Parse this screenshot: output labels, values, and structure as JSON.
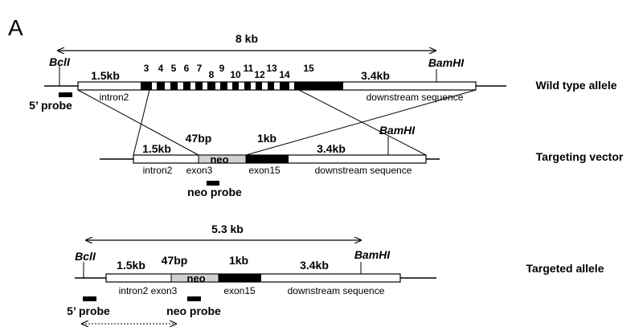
{
  "panel_label": "A",
  "wild_type": {
    "label": "Wild type allele",
    "span_label": "8 kb",
    "bcl_site": "BclI",
    "bam_site": "BamHI",
    "intron_size": "1.5kb",
    "intron_name": "intron2",
    "exon_numbers": [
      "3",
      "4",
      "5",
      "6",
      "7",
      "8",
      "9",
      "10",
      "11",
      "12",
      "13",
      "14",
      "15"
    ],
    "downstream_size": "3.4kb",
    "downstream_name": "downstream sequence",
    "probe": "5’ probe"
  },
  "targeting_vector": {
    "label": "Targeting vector",
    "bam_site": "BamHI",
    "intron_size": "1.5kb",
    "bp_size": "47bp",
    "neo": "neo",
    "exon15_size": "1kb",
    "downstream_size": "3.4kb",
    "intron_name": "intron2",
    "exon3_name": "exon3",
    "exon15_name": "exon15",
    "downstream_name": "downstream sequence",
    "probe": "neo probe"
  },
  "targeted": {
    "label": "Targeted allele",
    "span_label": "5.3 kb",
    "bcl_site": "BclI",
    "bam_site": "BamHI",
    "intron_size": "1.5kb",
    "bp_size": "47bp",
    "exon15_size": "1kb",
    "downstream_size": "3.4kb",
    "neo": "neo",
    "intron_exon3_name": "intron2 exon3",
    "exon15_name": "exon15",
    "downstream_name": "downstream sequence",
    "probe_5": "5’ probe",
    "probe_neo": "neo probe"
  }
}
